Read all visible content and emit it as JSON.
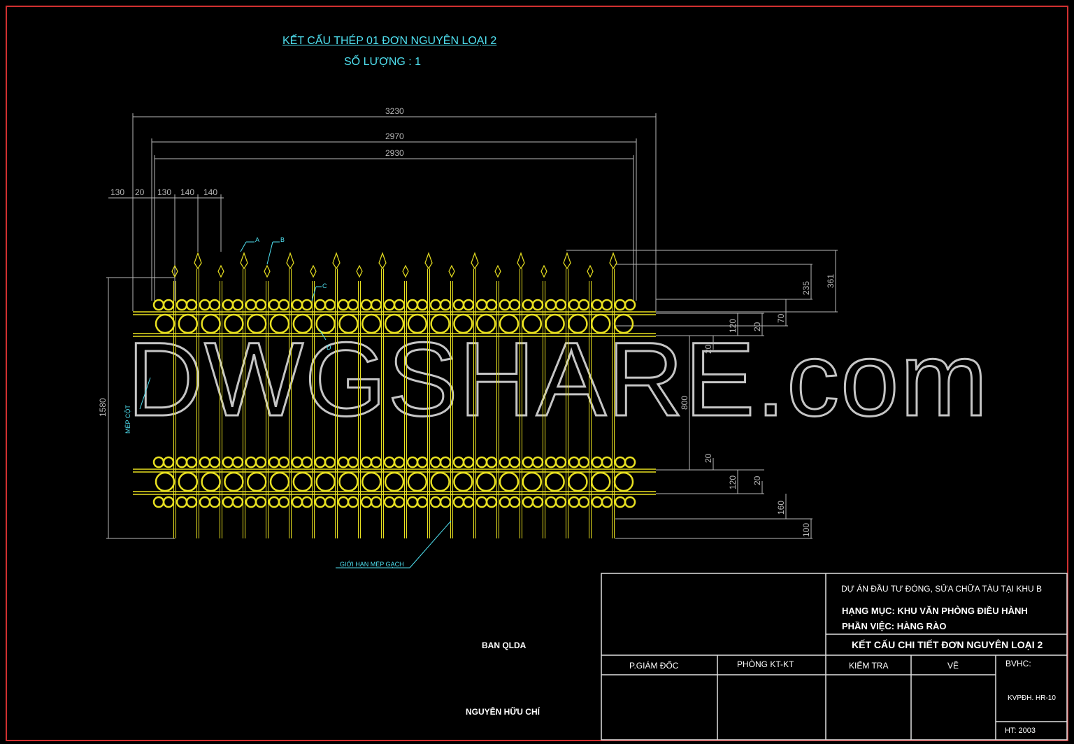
{
  "drawing": {
    "title": "KẾT CẤU THÉP 01 ĐƠN NGUYÊN LOẠI 2",
    "quantity": "SỐ LƯỢNG :  1",
    "watermark": "DWGSHARE.com",
    "dims_top": [
      "3230",
      "2970",
      "2930"
    ],
    "dims_small": [
      "130",
      "20",
      "130",
      "140",
      "140"
    ],
    "dims_right": [
      "361",
      "235",
      "70",
      "20",
      "120",
      "20",
      "800",
      "20",
      "120",
      "20",
      "160",
      "100"
    ],
    "dim_left": "1580",
    "labels": {
      "a": "A",
      "b": "B",
      "c": "C",
      "d": "D",
      "mep_cot": "MÉP CỘT",
      "gioi_han": "GIỚI HẠN MÉP GẠCH"
    },
    "colors": {
      "frame": "#d03030",
      "cad_cyan": "#4fe0f0",
      "steel_yellow": "#e8e020",
      "dim_grey": "#b8b8b8"
    }
  },
  "title_block": {
    "project": "DỰ ÁN ĐẦU TƯ ĐÓNG, SỬA CHỮA TÀU TẠI KHU B",
    "item": "HẠNG MỤC: KHU VĂN PHÒNG ĐIỀU HÀNH",
    "work": "PHẦN VIỆC: HÀNG RÀO",
    "sheet_title": "KẾT CẤU CHI TIẾT ĐƠN NGUYÊN LOẠI 2",
    "col_pgd": "P.GIÁM ĐỐC",
    "col_phong": "PHÒNG KT-KT",
    "col_kiemtra": "KIỂM TRA",
    "col_ve": "VẼ",
    "bvhc": "BVHC:",
    "code": "KVPĐH. HR-10",
    "ht": "HT: 2003"
  },
  "signatures": {
    "ban": "BAN QLDA",
    "name": "NGUYỄN HỮU CHÍ"
  }
}
